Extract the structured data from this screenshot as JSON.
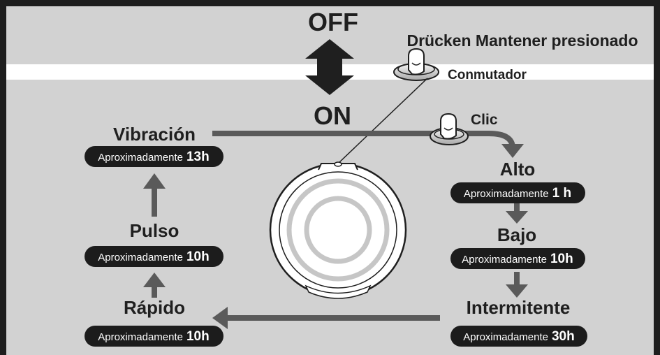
{
  "colors": {
    "frame": "#1e1e1e",
    "panel": "#d2d2d2",
    "band": "#ffffff",
    "arrow": "#5a5a5a",
    "pill": "#1c1c1c",
    "text": "#1f1f1f"
  },
  "power": {
    "off_label": "OFF",
    "on_label": "ON",
    "arrow_icon": "double-vertical-arrow-icon"
  },
  "switch": {
    "press_hold_label": "Drücken Mantener presionado",
    "switch_label": "Conmutador",
    "click_label": "Clic",
    "finger_icon": "finger-press-icon"
  },
  "modes": {
    "vibracion": {
      "name": "Vibración",
      "prefix": "Aproximadamente",
      "duration": "13h"
    },
    "alto": {
      "name": "Alto",
      "prefix": "Aproximadamente",
      "duration": "1 h"
    },
    "bajo": {
      "name": "Bajo",
      "prefix": "Aproximadamente",
      "duration": "10h"
    },
    "intermitente": {
      "name": "Intermitente",
      "prefix": "Aproximadamente",
      "duration": "30h"
    },
    "rapido": {
      "name": "Rápido",
      "prefix": "Aproximadamente",
      "duration": "10h"
    },
    "pulso": {
      "name": "Pulso",
      "prefix": "Aproximadamente",
      "duration": "10h"
    }
  },
  "device_icon": "round-device-icon"
}
